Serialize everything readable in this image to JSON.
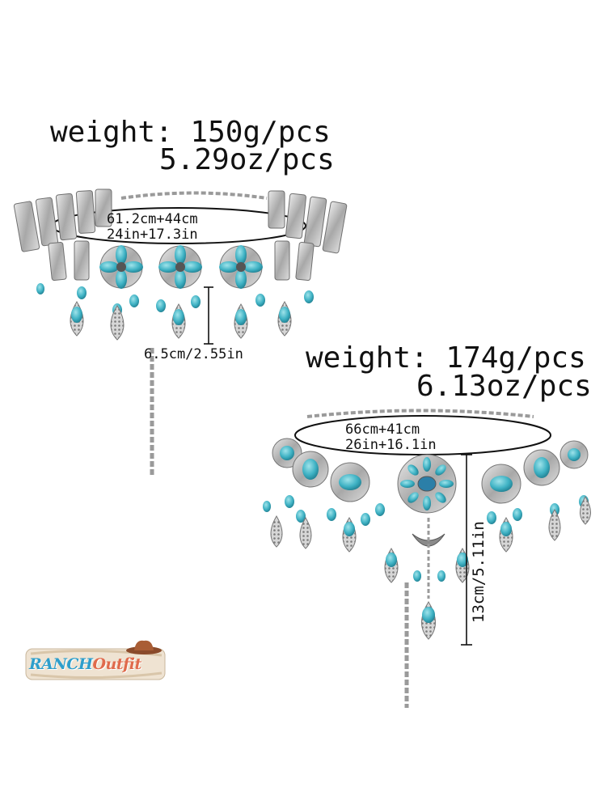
{
  "belt1": {
    "weight_g": "weight: 150g/pcs",
    "weight_oz": "5.29oz/pcs",
    "size_cm": "61.2cm+44cm",
    "size_in": "24in+17.3in",
    "drop": "6.5cm/2.55in"
  },
  "belt2": {
    "weight_g": "weight: 174g/pcs",
    "weight_oz": "6.13oz/pcs",
    "size_cm": "66cm+41cm",
    "size_in": "26in+16.1in",
    "drop": "13cm/5.11in"
  },
  "logo": {
    "part1": "RANCH",
    "part2": "Outfit"
  },
  "colors": {
    "turquoise": "#3fb2c4",
    "silver": "#b9b9b9",
    "silver_dark": "#6f6f6f"
  }
}
